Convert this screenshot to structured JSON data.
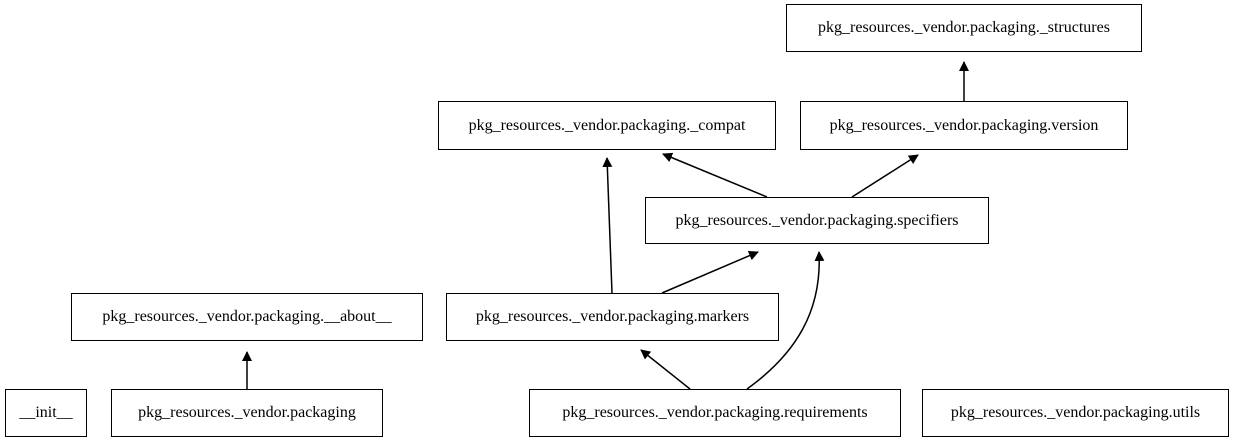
{
  "nodes": {
    "structures": "pkg_resources._vendor.packaging._structures",
    "compat": "pkg_resources._vendor.packaging._compat",
    "version": "pkg_resources._vendor.packaging.version",
    "specifiers": "pkg_resources._vendor.packaging.specifiers",
    "about": "pkg_resources._vendor.packaging.__about__",
    "markers": "pkg_resources._vendor.packaging.markers",
    "init": "__init__",
    "packaging": "pkg_resources._vendor.packaging",
    "requirements": "pkg_resources._vendor.packaging.requirements",
    "utils": "pkg_resources._vendor.packaging.utils"
  },
  "edges": [
    {
      "from": "version",
      "to": "structures"
    },
    {
      "from": "specifiers",
      "to": "compat"
    },
    {
      "from": "specifiers",
      "to": "version"
    },
    {
      "from": "markers",
      "to": "compat"
    },
    {
      "from": "markers",
      "to": "specifiers"
    },
    {
      "from": "requirements",
      "to": "markers"
    },
    {
      "from": "requirements",
      "to": "specifiers"
    },
    {
      "from": "packaging",
      "to": "about"
    }
  ],
  "colors": {
    "stroke": "#000000",
    "background": "#ffffff"
  }
}
